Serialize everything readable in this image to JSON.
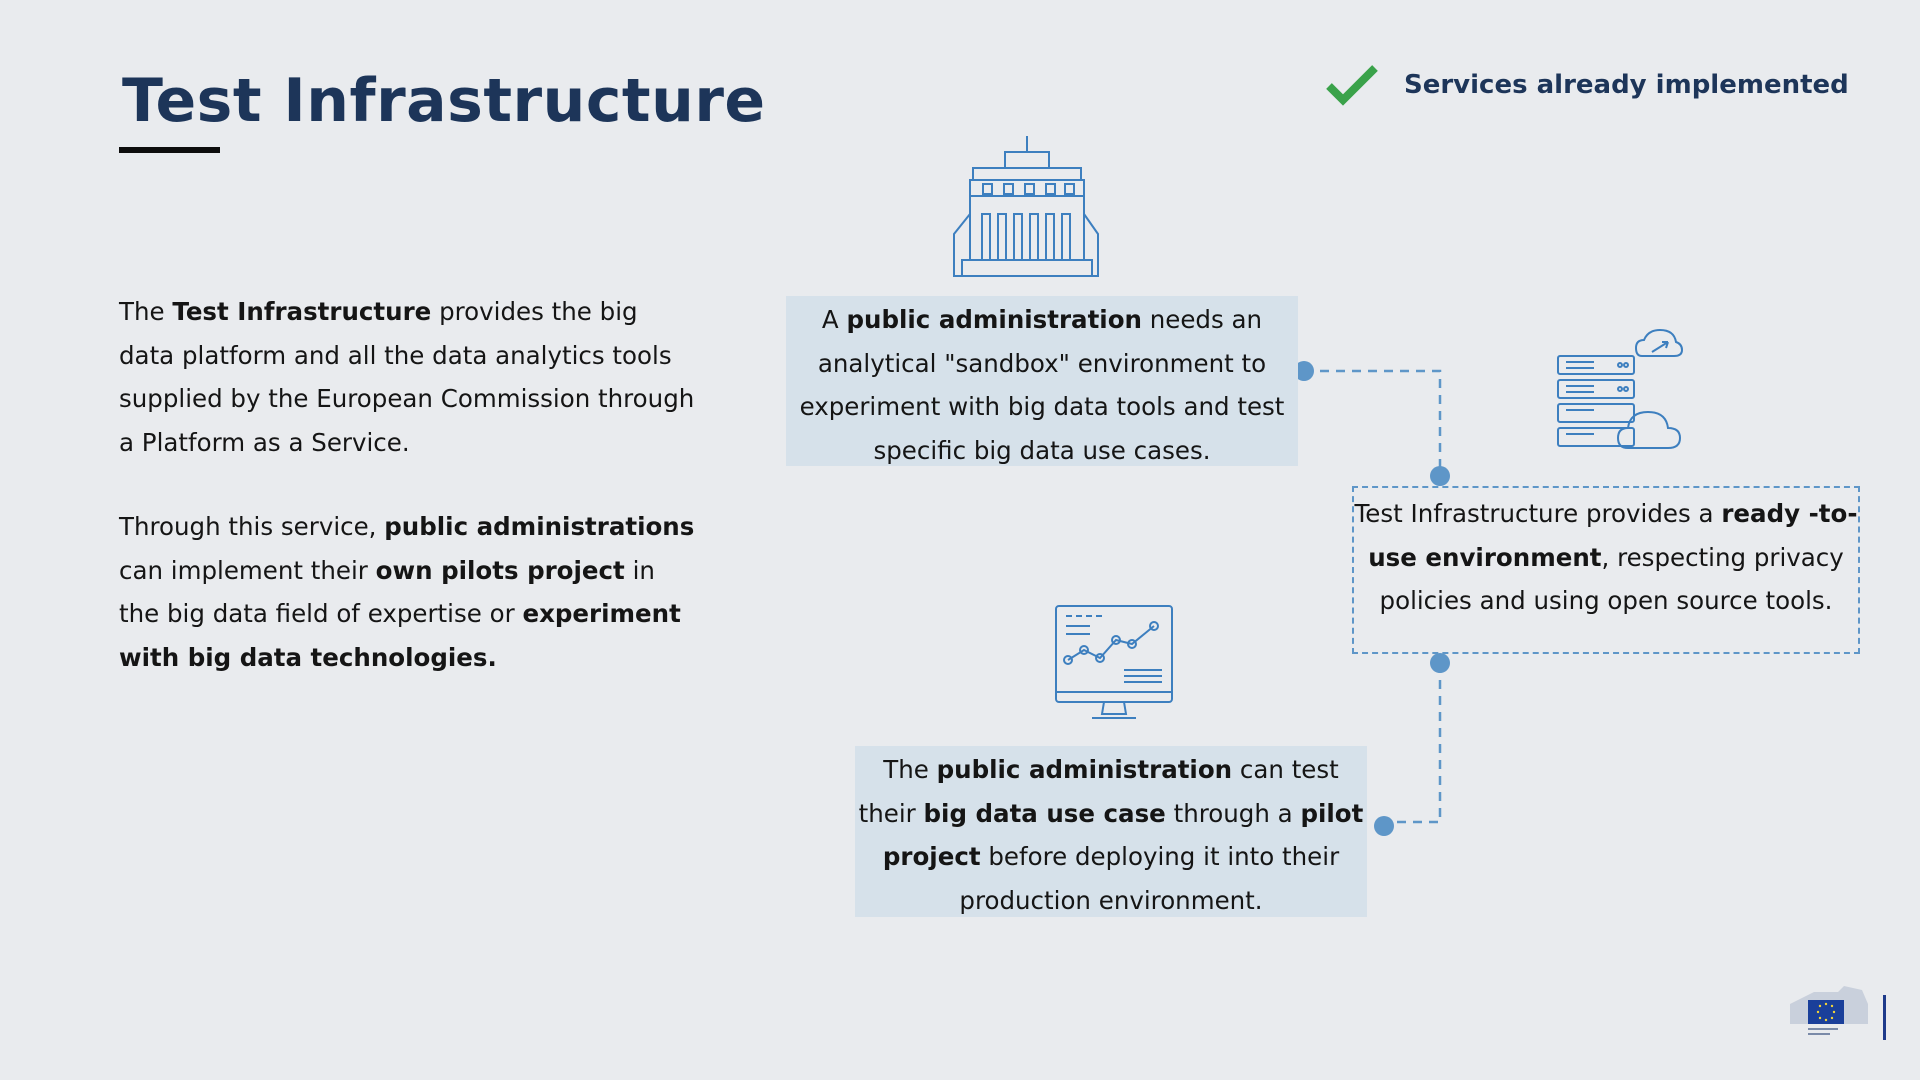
{
  "slide": {
    "title": "Test Infrastructure",
    "legend": {
      "icon": "checkmark-icon",
      "label": "Services already implemented",
      "check_color": "#3aa24a"
    },
    "intro": [
      {
        "text": "The ",
        "bold": false
      },
      {
        "text": "Test Infrastructure",
        "bold": true
      },
      {
        "text": " provides the big data platform and all the data analytics tools supplied by the European Commission through a Platform as a Service.",
        "bold": false
      }
    ],
    "detail": [
      {
        "text": "Through this service, ",
        "bold": false
      },
      {
        "text": "public administrations",
        "bold": true
      },
      {
        "text": " can implement their ",
        "bold": false
      },
      {
        "text": "own pilots project",
        "bold": true
      },
      {
        "text": " in the big data field of expertise or ",
        "bold": false
      },
      {
        "text": "experiment with big data technologies.",
        "bold": true
      }
    ],
    "boxes": {
      "need": [
        {
          "text": "A ",
          "bold": false
        },
        {
          "text": "public administration",
          "bold": true
        },
        {
          "text": " needs an analytical \"sandbox\" environment to experiment with big data tools and test specific big data use cases.",
          "bold": false
        }
      ],
      "provides": [
        {
          "text": "Test Infrastructure provides a ",
          "bold": false
        },
        {
          "text": "ready -to-use environment",
          "bold": true
        },
        {
          "text": ", respecting privacy policies and using open source tools.",
          "bold": false
        }
      ],
      "test": [
        {
          "text": "The ",
          "bold": false
        },
        {
          "text": "public administration",
          "bold": true
        },
        {
          "text": " can test their ",
          "bold": false
        },
        {
          "text": "big data use case",
          "bold": true
        },
        {
          "text": " through a ",
          "bold": false
        },
        {
          "text": "pilot project",
          "bold": true
        },
        {
          "text": " before deploying it into their production environment.",
          "bold": false
        }
      ]
    },
    "icons": [
      "building-icon",
      "server-cloud-icon",
      "monitor-chart-icon",
      "eu-commission-logo"
    ],
    "colors": {
      "title": "#1d3559",
      "accent": "#5e96c8",
      "box_fill": "#d6e1ea",
      "background": "#e9ebee"
    }
  }
}
